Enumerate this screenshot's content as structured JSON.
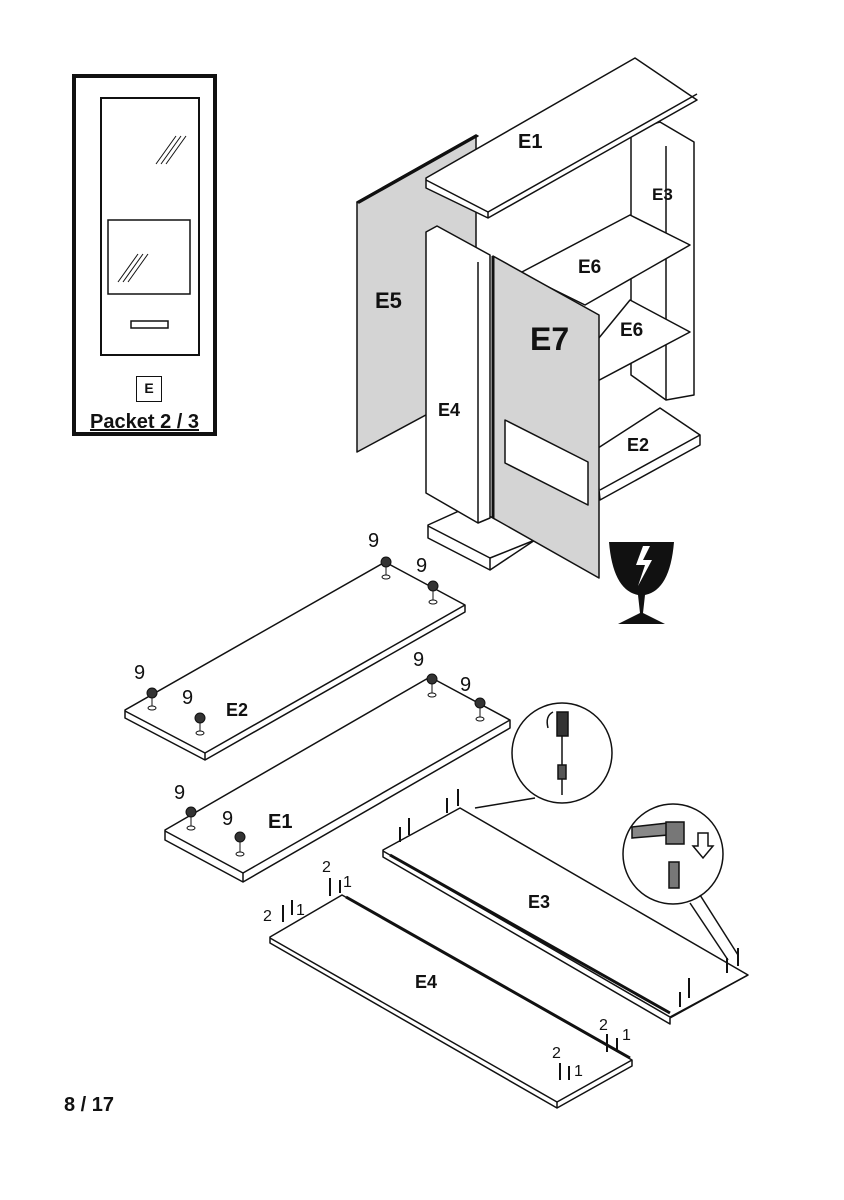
{
  "packet": {
    "letter": "E",
    "label": "Packet 2 / 3"
  },
  "assembled_view": {
    "labels": {
      "e1": "E1",
      "e3": "E3",
      "e5": "E5",
      "e6_upper": "E6",
      "e6_lower": "E6",
      "e7": "E7",
      "e4": "E4",
      "e2": "E2"
    },
    "icons": [
      "fragile-glass-icon"
    ]
  },
  "exploded_view": {
    "panels": {
      "e2": "E2",
      "e1": "E1",
      "e3": "E3",
      "e4": "E4"
    },
    "part_numbers": {
      "e2_tr1": "9",
      "e2_tr2": "9",
      "e2_l1": "9",
      "e2_l2": "9",
      "e1_tr1": "9",
      "e1_tr2": "9",
      "e1_l1": "9",
      "e1_l2": "9",
      "e4_a2": "2",
      "e4_a1": "1",
      "e4_b2": "2",
      "e4_b1": "1",
      "e4_c2": "2",
      "e4_c1": "1",
      "e4_d2": "2",
      "e4_d1": "1"
    },
    "icons": [
      "screwdriver-detail-icon",
      "dowel-insert-detail-icon"
    ]
  },
  "footer": {
    "page": "8 / 17"
  }
}
